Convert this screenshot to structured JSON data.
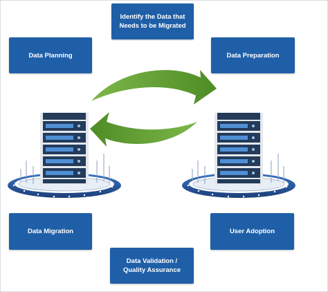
{
  "steps": {
    "identify": "Identify the Data that\nNeeds to be Migrated",
    "planning": "Data Planning",
    "preparation": "Data Preparation",
    "migration": "Data Migration",
    "adoption": "User Adoption",
    "validation": "Data Validation /\nQuality Assurance"
  },
  "colors": {
    "box": "#1f5fa8",
    "arrow": "#5a9a2e",
    "server": "#243b5a",
    "platform": "#2d5fa5"
  },
  "icons": [
    "server-rack-icon",
    "cycle-arrows-icon"
  ]
}
